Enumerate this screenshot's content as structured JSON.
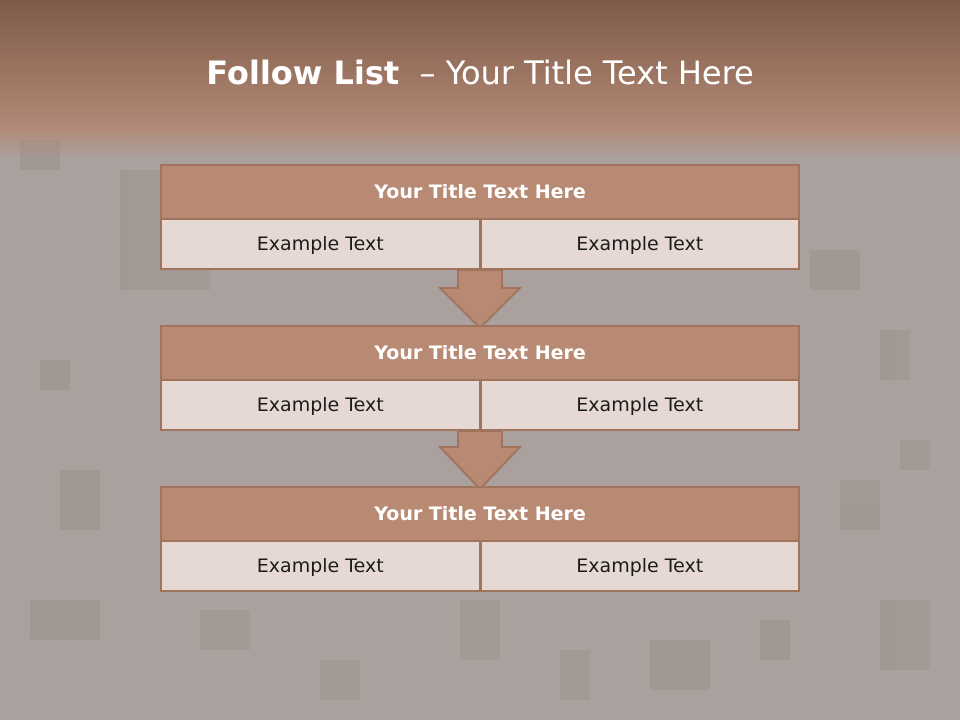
{
  "slide": {
    "title_bold": "Follow List",
    "title_rest": "  – Your Title Text Here"
  },
  "steps": [
    {
      "title": "Your Title Text Here",
      "left": "Example Text",
      "right": "Example Text"
    },
    {
      "title": "Your Title Text Here",
      "left": "Example Text",
      "right": "Example Text"
    },
    {
      "title": "Your Title Text Here",
      "left": "Example Text",
      "right": "Example Text"
    }
  ],
  "colors": {
    "header": "#a27a67",
    "block_title": "#b88a74",
    "cell": "#e6d8d3",
    "border": "#a0735d"
  }
}
